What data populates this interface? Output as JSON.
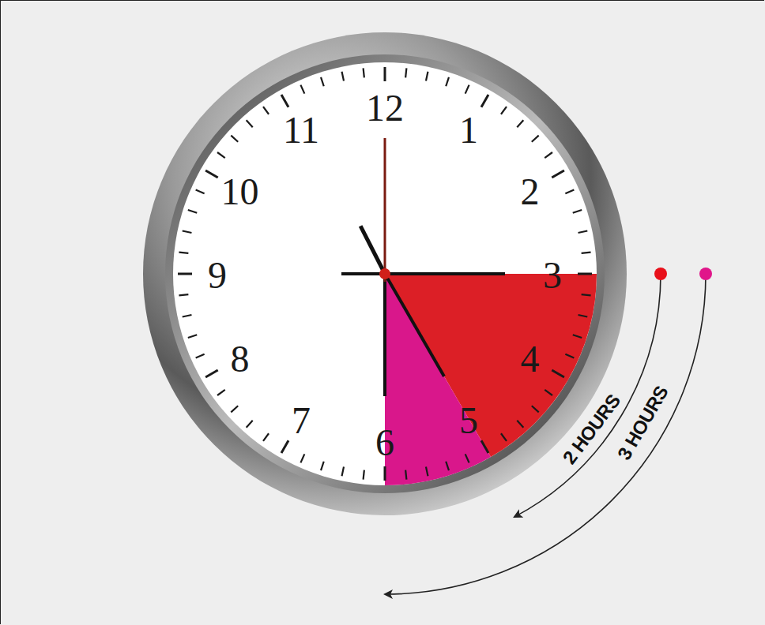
{
  "diagram": {
    "labels": [
      "12",
      "1",
      "2",
      "3",
      "4",
      "5",
      "6",
      "7",
      "8",
      "9",
      "10",
      "11",
      "2 HOURS",
      "3 HOURS"
    ]
  }
}
